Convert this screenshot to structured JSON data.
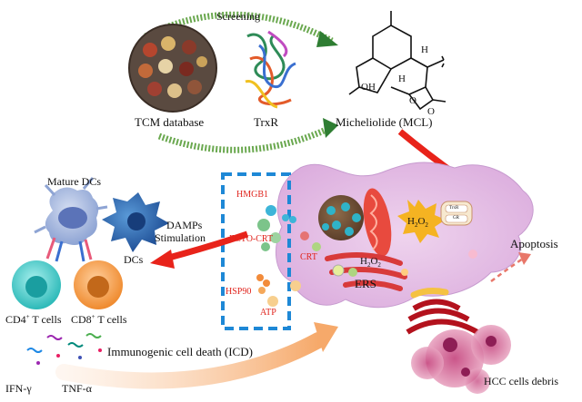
{
  "top": {
    "screening": "Screening",
    "tcm_database": "TCM database",
    "trxr": "TrxR",
    "micheliolide": "Micheliolide (MCL)",
    "oh": "OH",
    "h_top": "H",
    "h_mid": "H",
    "o_ring": "O",
    "o_carbonyl": "O"
  },
  "left": {
    "mature_dcs": "Mature DCs",
    "dcs": "DCs",
    "damps": "DAMPs",
    "stimulation": "Stimulation",
    "cd4": "CD4",
    "cd8": "CD8",
    "sup": "+",
    "t_cells": " T cells"
  },
  "damps_box": {
    "hmgb1": "HMGB1",
    "ecto_crt": "ECTO-CRT",
    "hsp90": "HSP90",
    "atp": "ATP"
  },
  "cell": {
    "crt": "CRT",
    "h2o2_a": "H",
    "h2o2_b": "2",
    "h2o2_c": "O",
    "h2o2_d": "2",
    "ers": "ERS",
    "trxr_small": "TrxR",
    "gr_small": "GR"
  },
  "right": {
    "apoptosis": "Apoptosis",
    "hcc_debris": "HCC cells debris"
  },
  "bottom": {
    "icd": "Immunogenic cell death (ICD)",
    "ifn": "IFN-γ",
    "tnf": "TNF-α"
  },
  "colors": {
    "red_arrow": "#e8231a",
    "green_arrow": "#3a8a3e",
    "cell_fill": "#e8c4e6",
    "box_border": "#1e88d6",
    "dc_blue": "#2f6fb7",
    "cd4_teal": "#4fd0cf",
    "cd8_orange": "#f5a04c",
    "debris_pink": "#d86a9a"
  }
}
